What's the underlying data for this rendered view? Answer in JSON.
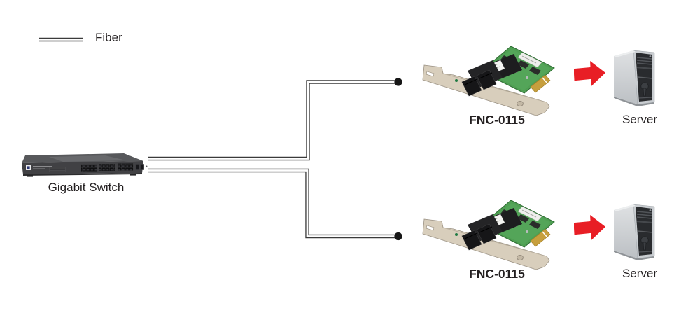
{
  "legend": {
    "label": "Fiber"
  },
  "switch": {
    "label": "Gigabit Switch"
  },
  "rows": [
    {
      "card_label": "FNC-0115",
      "server_label": "Server"
    },
    {
      "card_label": "FNC-0115",
      "server_label": "Server"
    }
  ],
  "connections": [
    {
      "from": "gigabit-switch",
      "to": "fnc-0115-card-top",
      "type": "fiber"
    },
    {
      "from": "gigabit-switch",
      "to": "fnc-0115-card-bottom",
      "type": "fiber"
    },
    {
      "from": "fnc-0115-card-top",
      "to": "server-top",
      "type": "arrow"
    },
    {
      "from": "fnc-0115-card-bottom",
      "to": "server-bottom",
      "type": "arrow"
    }
  ],
  "colors": {
    "fiber_line": "#3a3a3a",
    "endpoint_dot": "#161616",
    "arrow_red": "#e81e25",
    "pcb_green": "#4f9f53",
    "bracket_beige": "#d8cebc",
    "switch_body": "#414144",
    "server_panel": "#292b2e",
    "text": "#231f20"
  }
}
